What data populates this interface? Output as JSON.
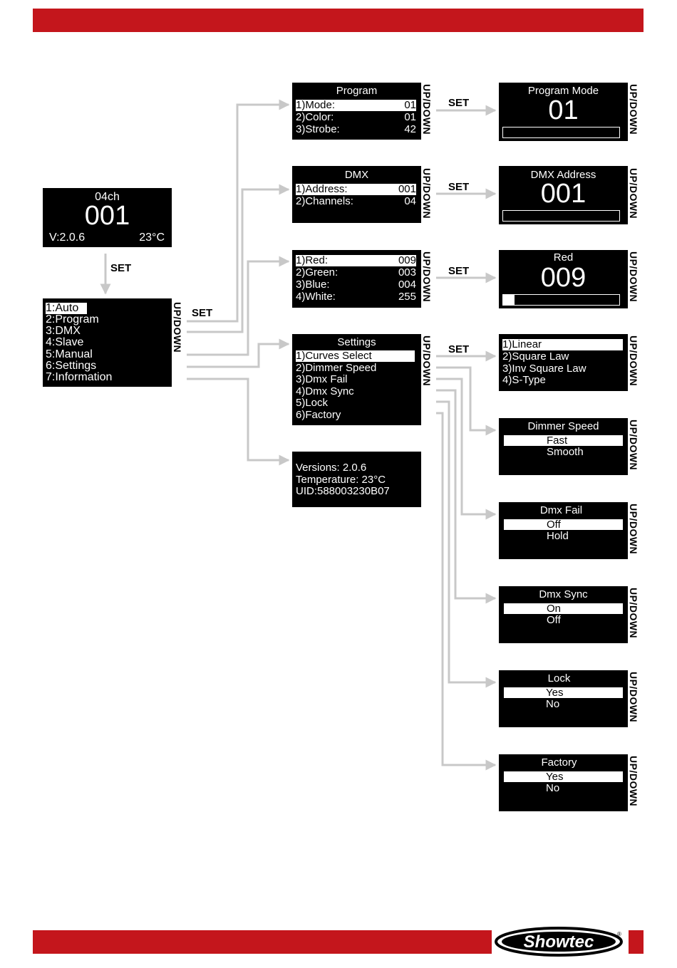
{
  "home": {
    "channels": "04ch",
    "address": "001",
    "version": "V:2.0.6",
    "temp": "23°C"
  },
  "main_menu": [
    "1:Auto",
    "2:Program",
    "3:DMX",
    "4:Slave",
    "5:Manual",
    "6:Settings",
    "7:Information"
  ],
  "labels": {
    "set": "SET",
    "updown": "UP/DOWN"
  },
  "program": {
    "title": "Program",
    "rows": [
      {
        "l": "1)Mode:",
        "v": "01"
      },
      {
        "l": "2)Color:",
        "v": "01"
      },
      {
        "l": "3)Strobe:",
        "v": "42"
      }
    ]
  },
  "program_mode": {
    "title": "Program Mode",
    "value": "01",
    "level": 0.0
  },
  "dmx": {
    "title": "DMX",
    "rows": [
      {
        "l": "1)Address:",
        "v": "001"
      },
      {
        "l": "2)Channels:",
        "v": "04"
      }
    ]
  },
  "dmx_address": {
    "title": "DMX Address",
    "value": "001",
    "level": 0.0
  },
  "manual": {
    "rows": [
      {
        "l": "1)Red:",
        "v": "009"
      },
      {
        "l": "2)Green:",
        "v": "003"
      },
      {
        "l": "3)Blue:",
        "v": "004"
      },
      {
        "l": "4)White:",
        "v": "255"
      }
    ]
  },
  "red": {
    "title": "Red",
    "value": "009",
    "level": 0.1
  },
  "settings": {
    "title": "Settings",
    "rows": [
      "1)Curves Select",
      "2)Dimmer Speed",
      "3)Dmx Fail",
      "4)Dmx Sync",
      "5)Lock",
      "6)Factory"
    ]
  },
  "curves": {
    "rows": [
      "1)Linear",
      "2)Square Law",
      "3)Inv Square Law",
      "4)S-Type"
    ]
  },
  "dimmer_speed": {
    "title": "Dimmer Speed",
    "opts": [
      "Fast",
      "Smooth"
    ]
  },
  "dmx_fail": {
    "title": "Dmx Fail",
    "opts": [
      "Off",
      "Hold"
    ]
  },
  "dmx_sync": {
    "title": "Dmx Sync",
    "opts": [
      "On",
      "Off"
    ]
  },
  "lock": {
    "title": "Lock",
    "opts": [
      "Yes",
      "No"
    ]
  },
  "factory": {
    "title": "Factory",
    "opts": [
      "Yes",
      "No"
    ]
  },
  "info": {
    "lines": [
      "Versions: 2.0.6",
      "Temperature: 23°C",
      "UID:588003230B07"
    ]
  },
  "brand": {
    "logo": "Showtec",
    "registered": "®",
    "accent": "#c4161c",
    "arrow_color": "#c8c8c8"
  }
}
